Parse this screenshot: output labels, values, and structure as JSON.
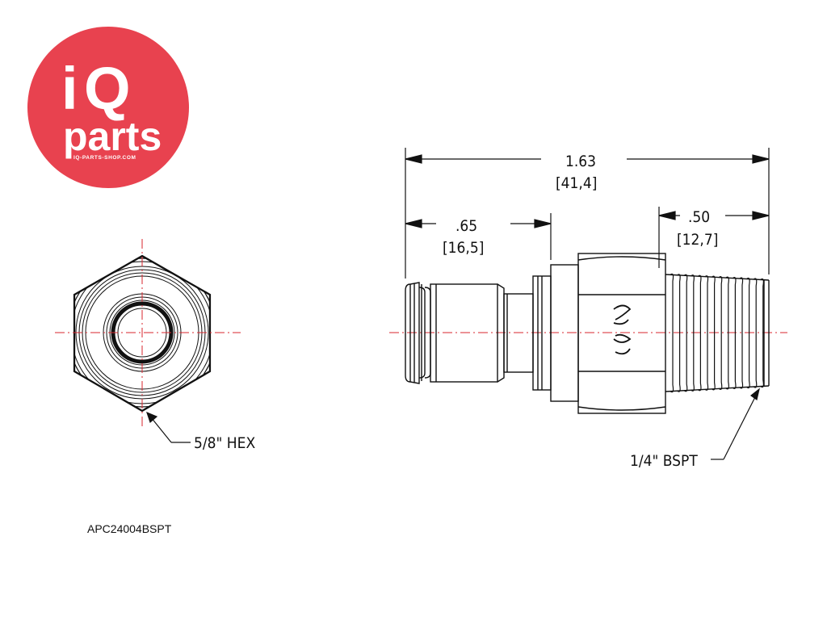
{
  "logo": {
    "brand_i": "i",
    "brand_q": "Q",
    "brand_parts": "parts",
    "url": "IQ-PARTS-SHOP.COM",
    "color": "#e8424f"
  },
  "dimensions": {
    "overall": "1.63",
    "overall_mm": "[41,4]",
    "plug": ".65",
    "plug_mm": "[16,5]",
    "thread": ".50",
    "thread_mm": "[12,7]"
  },
  "labels": {
    "hex": "5/8\" HEX",
    "thread_type": "1/4\" BSPT"
  },
  "part_code": "APC24004BSPT",
  "colors": {
    "line": "#111111",
    "centerline": "#d9262e"
  }
}
